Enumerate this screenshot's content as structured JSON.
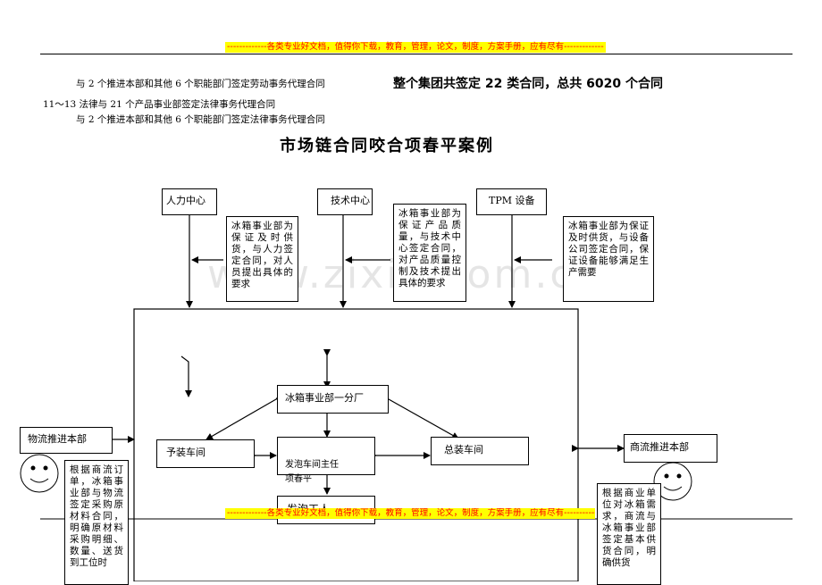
{
  "banner": "-------------各类专业好文档，值得你下载，教育，管理，论文，制度，方案手册，应有尽有-------------",
  "intro_lines": [
    "与 2 个推进本部和其他 6 个职能部门签定劳动事务代理合同",
    "11～13 法律与 21 个产品事业部签定法律事务代理合同",
    "与 2 个推进本部和其他 6 个职能部门签定法律事务代理合同"
  ],
  "summary": "整个集团共签定 22 类合同，总共 6020 个合同",
  "title": "市场链合同咬合项春平案例",
  "watermark": "www.zixin.com.cn",
  "nodes": {
    "hr": "人力中心",
    "tech": "技术中心",
    "tpm": "TPM 设备",
    "fridge": "冰箱事业部一分厂",
    "pre": "予装车间",
    "foam_lead": "发泡车间主任\n项春平",
    "final": "总装车间",
    "foam_worker": "发泡工人",
    "logistics": "物流推进本部",
    "commerce": "商流推进本部"
  },
  "notes": {
    "hr": "冰箱事业部为保证及时供货，与人力签定合同，对人员提出具体的要求",
    "tech": "冰箱事业部为保证产品质量，与技术中心签定合同，对产品质量控制及技术提出具体的要求",
    "tpm": "冰箱事业部为保证及时供货，与设备公司签定合同，保证设备能够满足生产需要",
    "logistics": "根据商流订单，冰箱事业部与物流签定采购原材料合同，明确原材料采购明细、数量、送货到工位时",
    "commerce": "根据商业单位对冰箱需求，商流与冰箱事业部签定基本供货合同，明确供货"
  }
}
